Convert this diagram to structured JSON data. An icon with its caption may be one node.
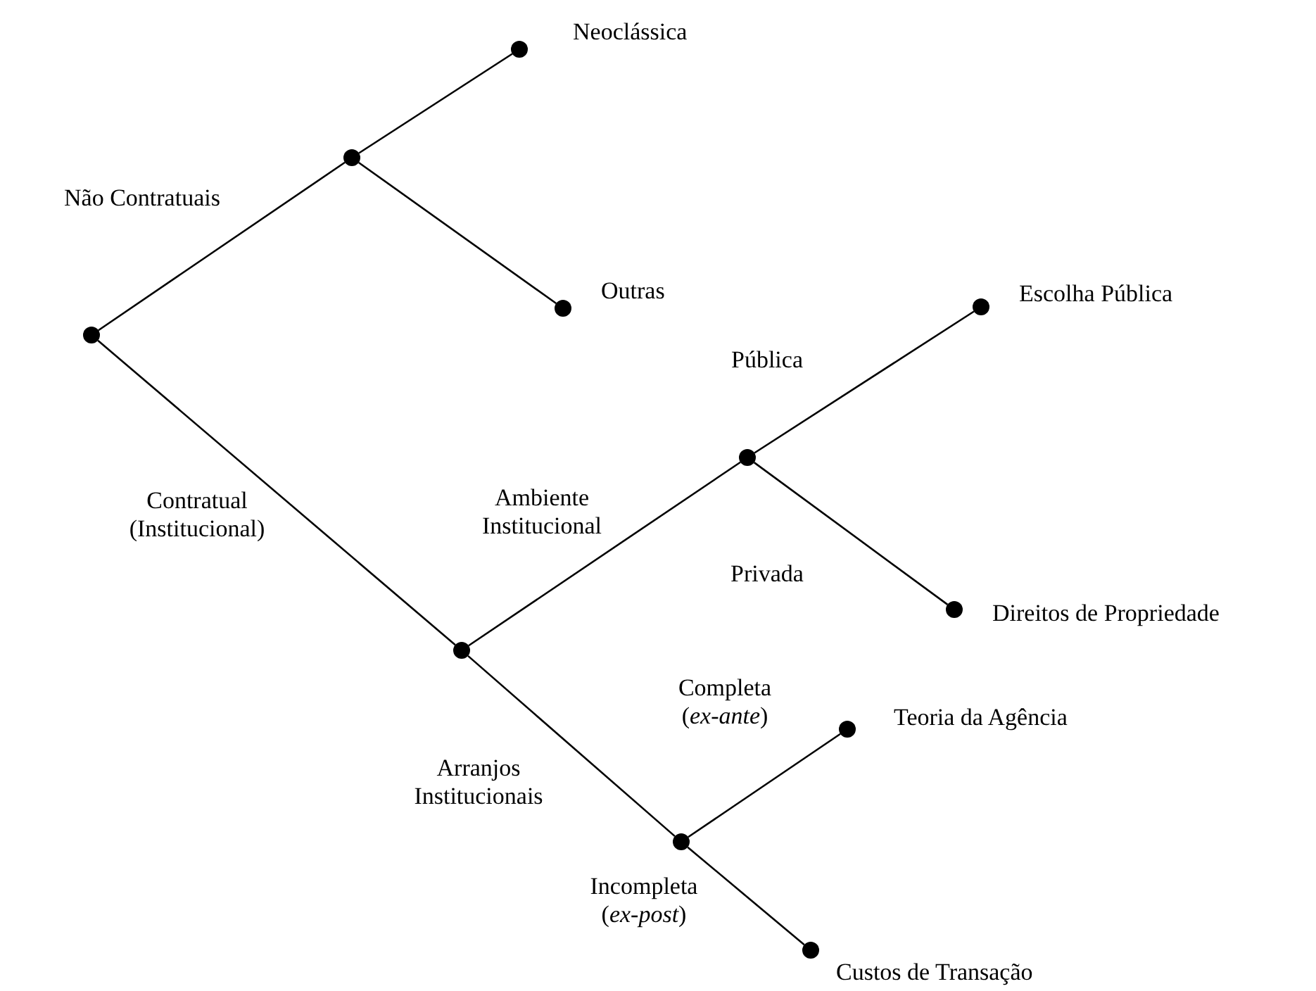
{
  "diagram": {
    "nodes": [
      {
        "text": [],
        "shape": "circle"
      },
      {
        "text": [],
        "shape": "circle"
      },
      {
        "text": [],
        "shape": "circle",
        "beside": [
          "Neoclássica"
        ]
      },
      {
        "text": [],
        "shape": "circle",
        "beside": [
          "Outras"
        ]
      },
      {
        "text": [],
        "shape": "circle"
      },
      {
        "text": [],
        "shape": "circle"
      },
      {
        "text": [],
        "shape": "circle",
        "beside": [
          "Escolha Pública"
        ]
      },
      {
        "text": [],
        "shape": "circle",
        "beside": [
          "Direitos de Propriedade"
        ]
      },
      {
        "text": [],
        "shape": "circle"
      },
      {
        "text": [],
        "shape": "circle",
        "beside": [
          "Teoria da Agência"
        ]
      },
      {
        "text": [],
        "shape": "circle",
        "beside": [
          "Custos de Transação"
        ]
      }
    ],
    "edges": [
      {
        "from": 0,
        "to": 1,
        "arrow": "none",
        "label": "Não Contratuais"
      },
      {
        "from": 1,
        "to": 2,
        "arrow": "none"
      },
      {
        "from": 1,
        "to": 3,
        "arrow": "none"
      },
      {
        "from": 0,
        "to": 4,
        "arrow": "none",
        "label": "Contratual (Institucional)"
      },
      {
        "from": 4,
        "to": 5,
        "arrow": "none",
        "label": "Ambiente Institucional"
      },
      {
        "from": 5,
        "to": 6,
        "arrow": "none",
        "label": "Pública"
      },
      {
        "from": 5,
        "to": 7,
        "arrow": "none",
        "label": "Privada"
      },
      {
        "from": 4,
        "to": 8,
        "arrow": "none",
        "label": "Arranjos Institucionais"
      },
      {
        "from": 8,
        "to": 9,
        "arrow": "none",
        "label": "Completa (*ex-ante*)"
      },
      {
        "from": 8,
        "to": 10,
        "arrow": "none",
        "label": "Incompleta (*ex-post*)"
      }
    ]
  }
}
